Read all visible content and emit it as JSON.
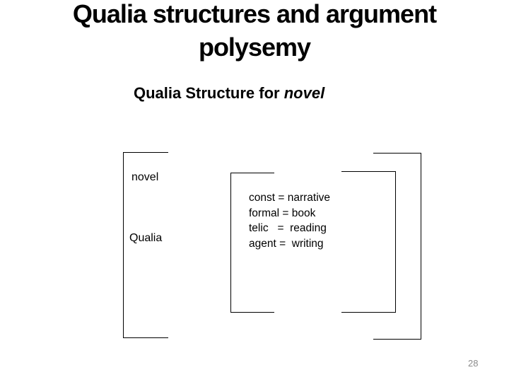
{
  "slide": {
    "title_lines": [
      "Qualia structures and argument",
      "polysemy"
    ],
    "subtitle": {
      "prefix": "Qualia Structure for ",
      "emphasis": "novel"
    },
    "page_number": "28"
  },
  "diagram": {
    "lexeme": "novel",
    "category_label": "Qualia",
    "qualia_lines": [
      "const = narrative",
      "formal = book",
      "telic   =  reading",
      "agent =  writing"
    ]
  },
  "colors": {
    "text": "#000000",
    "bracket-line": "#000000",
    "page-number": "#8c8c8c",
    "background": "#ffffff"
  }
}
